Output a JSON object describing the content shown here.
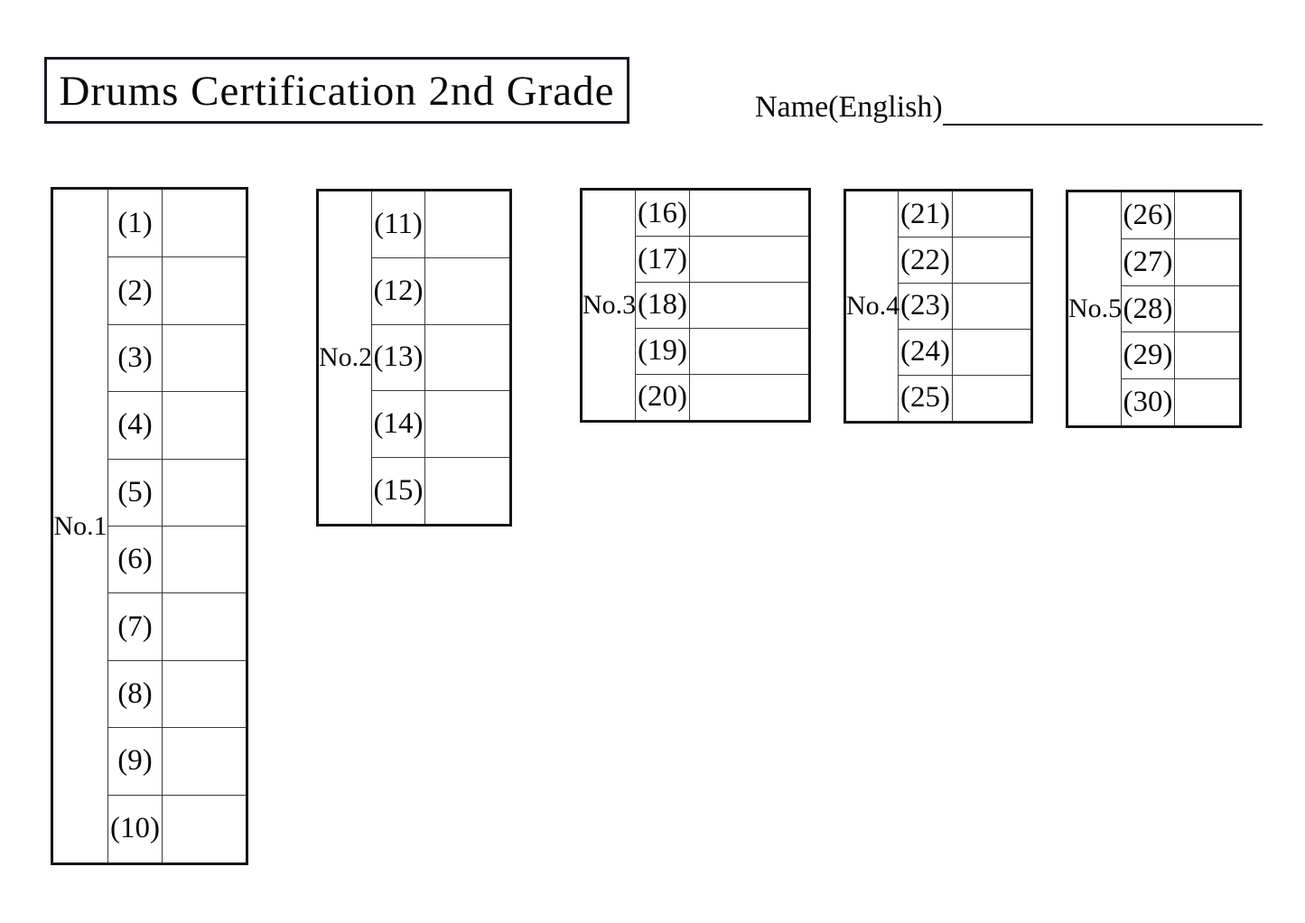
{
  "title": "Drums Certification 2nd Grade",
  "name_field": {
    "label": "Name(English)"
  },
  "colors": {
    "ink": "#0a0a0a",
    "background": "#ffffff",
    "outer_border": "#151515",
    "inner_border": "#3a3a3a"
  },
  "tables": [
    {
      "group": "No.1",
      "rows": [
        "(1)",
        "(2)",
        "(3)",
        "(4)",
        "(5)",
        "(6)",
        "(7)",
        "(8)",
        "(9)",
        "(10)"
      ]
    },
    {
      "group": "No.2",
      "rows": [
        "(11)",
        "(12)",
        "(13)",
        "(14)",
        "(15)"
      ]
    },
    {
      "group": "No.3",
      "rows": [
        "(16)",
        "(17)",
        "(18)",
        "(19)",
        "(20)"
      ]
    },
    {
      "group": "No.4",
      "rows": [
        "(21)",
        "(22)",
        "(23)",
        "(24)",
        "(25)"
      ]
    },
    {
      "group": "No.5",
      "rows": [
        "(26)",
        "(27)",
        "(28)",
        "(29)",
        "(30)"
      ]
    }
  ]
}
